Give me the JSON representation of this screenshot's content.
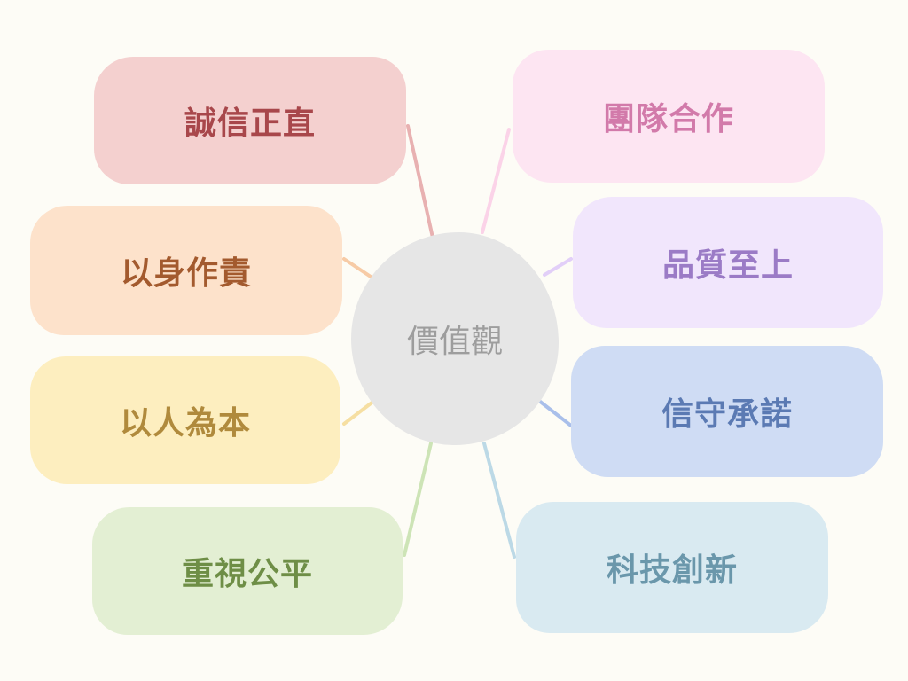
{
  "center": {
    "label": "價值觀"
  },
  "nodes": [
    {
      "id": "n1",
      "label": "誠信正直",
      "bg": "#f4d0cf",
      "text": "#a8474b",
      "line": "#e8b1b1"
    },
    {
      "id": "n2",
      "label": "以身作責",
      "bg": "#fde2cb",
      "text": "#a35a2e",
      "line": "#f7cba6"
    },
    {
      "id": "n3",
      "label": "以人為本",
      "bg": "#fdeebf",
      "text": "#b08a3c",
      "line": "#f6dfa2"
    },
    {
      "id": "n4",
      "label": "重視公平",
      "bg": "#e3efd3",
      "text": "#6e8e46",
      "line": "#cde4b6"
    },
    {
      "id": "n5",
      "label": "團隊合作",
      "bg": "#fde5f2",
      "text": "#d27aaa",
      "line": "#fbd3e8"
    },
    {
      "id": "n6",
      "label": "品質至上",
      "bg": "#f1e6fc",
      "text": "#9b7bc6",
      "line": "#e2cff8"
    },
    {
      "id": "n7",
      "label": "信守承諾",
      "bg": "#cfdcf4",
      "text": "#5b7ab3",
      "line": "#a9bfea"
    },
    {
      "id": "n8",
      "label": "科技創新",
      "bg": "#d9eaf1",
      "text": "#6a97ab",
      "line": "#bcd9e6"
    }
  ]
}
